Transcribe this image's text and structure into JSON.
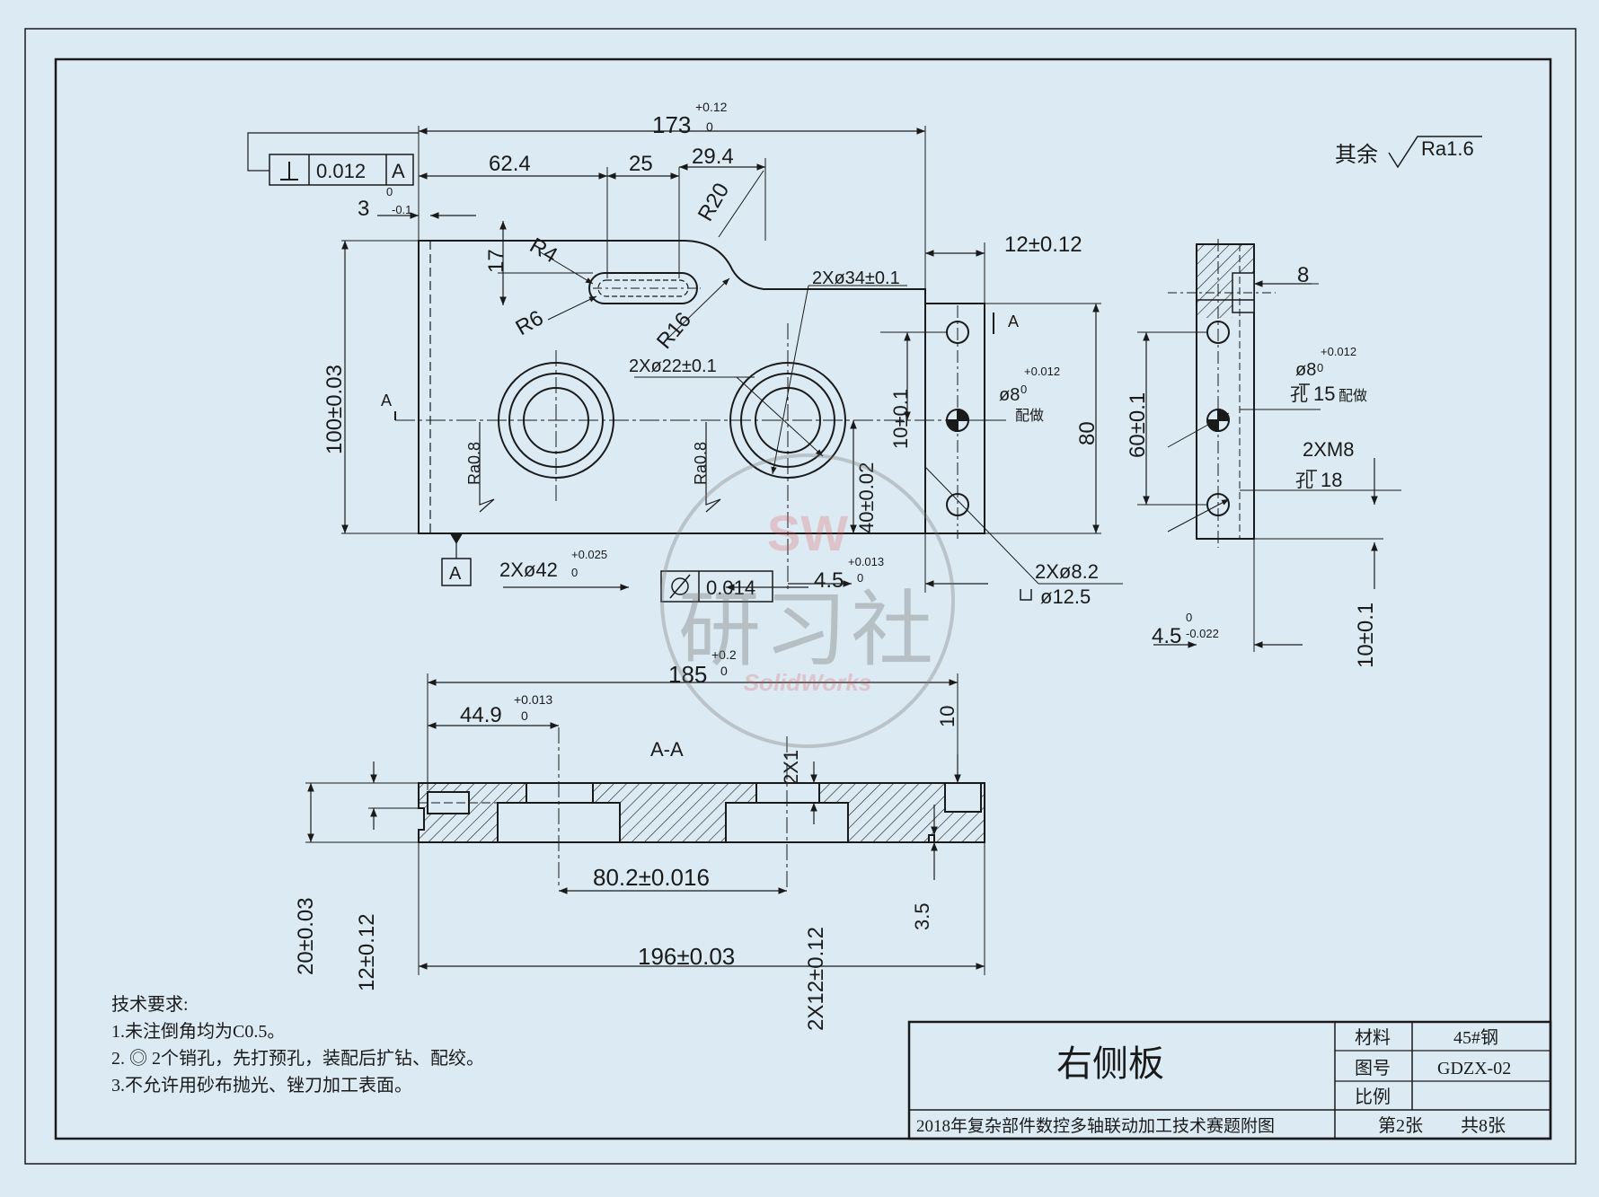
{
  "roughness_note": "其余",
  "roughness_value": "Ra1.6",
  "gdt": {
    "perp_value": "0.012",
    "perp_datum": "A",
    "cyl_value": "0.014",
    "datum_label": "A"
  },
  "top_view": {
    "overall_width": "173",
    "overall_width_tol_upper": "+0.12",
    "overall_width_tol_lower": "0",
    "d_62_4": "62.4",
    "d_25": "25",
    "d_29_4": "29.4",
    "r20": "R20",
    "r4": "R4",
    "r6": "R6",
    "r16": "R16",
    "d3": "3",
    "d3_tol_upper": "0",
    "d3_tol_lower": "-0.1",
    "d17": "17",
    "d100": "100±0.03",
    "bore34": "2Xø34±0.1",
    "bore22": "2Xø22±0.1",
    "bore42": "2Xø42",
    "bore42_tol_upper": "+0.025",
    "bore42_tol_lower": "0",
    "ra08_a": "Ra0.8",
    "ra08_b": "Ra0.8",
    "d40": "40±0.02",
    "d4_5": "4.5",
    "d4_5_tol_upper": "+0.013",
    "d4_5_tol_lower": "0",
    "d10": "10±0.1",
    "d12": "12±0.12",
    "d80": "80",
    "pin8": "ø8",
    "pin8_tol_upper": "+0.012",
    "pin8_tol_lower": "0",
    "pin8_note": "配做",
    "holes8_2": "2Xø8.2",
    "cbore12_5": "ø12.5",
    "section_mark": "A"
  },
  "side_view": {
    "d8": "8",
    "d60": "60±0.1",
    "pin8": "ø8",
    "pin8_tol_upper": "+0.012",
    "pin8_tol_lower": "0",
    "hole_depth": "孔",
    "depth15": "15",
    "pin_note": "配做",
    "m8": "2XM8",
    "depth18_label": "孔",
    "depth18": "18",
    "d4_5": "4.5",
    "d4_5_tol_upper": "0",
    "d4_5_tol_lower": "-0.022",
    "d10": "10±0.1"
  },
  "section_view": {
    "title": "A-A",
    "d185": "185",
    "d185_tol_upper": "+0.2",
    "d185_tol_lower": "0",
    "d44_9": "44.9",
    "d44_9_tol_upper": "+0.013",
    "d44_9_tol_lower": "0",
    "d2x1": "2X1",
    "d10": "10",
    "d80_2": "80.2±0.016",
    "d3_5": "3.5",
    "d196": "196±0.03",
    "d20": "20±0.03",
    "d12": "12±0.12",
    "d2x12": "2X12±0.12"
  },
  "notes": {
    "title": "技术要求:",
    "items": [
      "1.未注倒角均为C0.5。",
      "2. ◎ 2个销孔，先打预孔，装配后扩钻、配绞。",
      "3.不允许用砂布抛光、锉刀加工表面。"
    ]
  },
  "title_block": {
    "part_name": "右侧板",
    "material_label": "材料",
    "material_value": "45#钢",
    "drawing_no_label": "图号",
    "drawing_no_value": "GDZX-02",
    "scale_label": "比例",
    "scale_value": "",
    "caption": "2018年复杂部件数控多轴联动加工技术赛题附图",
    "sheet_no": "第2张",
    "sheet_total": "共8张"
  },
  "watermark": {
    "brand": "SW",
    "name": "研习社",
    "sub": "SolidWorks"
  }
}
